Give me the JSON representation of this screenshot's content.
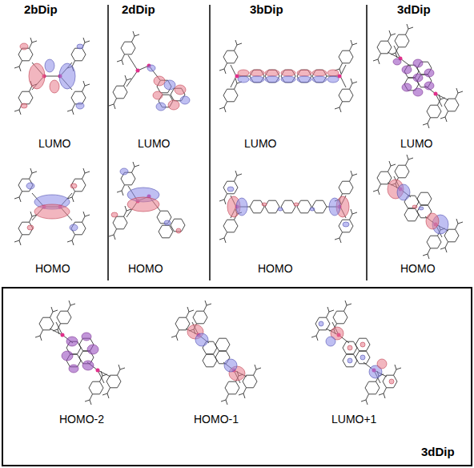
{
  "diagram": {
    "nodes": [
      {
        "text": [
          "HOMO-2",
          "HOMO-1",
          "LUMO+1",
          "3dDip"
        ]
      }
    ],
    "labels": [
      "2bDip",
      "2dDip",
      "3bDip",
      "3dDip",
      "LUMO",
      "LUMO",
      "LUMO",
      "LUMO",
      "HOMO",
      "HOMO",
      "HOMO",
      "HOMO"
    ]
  }
}
